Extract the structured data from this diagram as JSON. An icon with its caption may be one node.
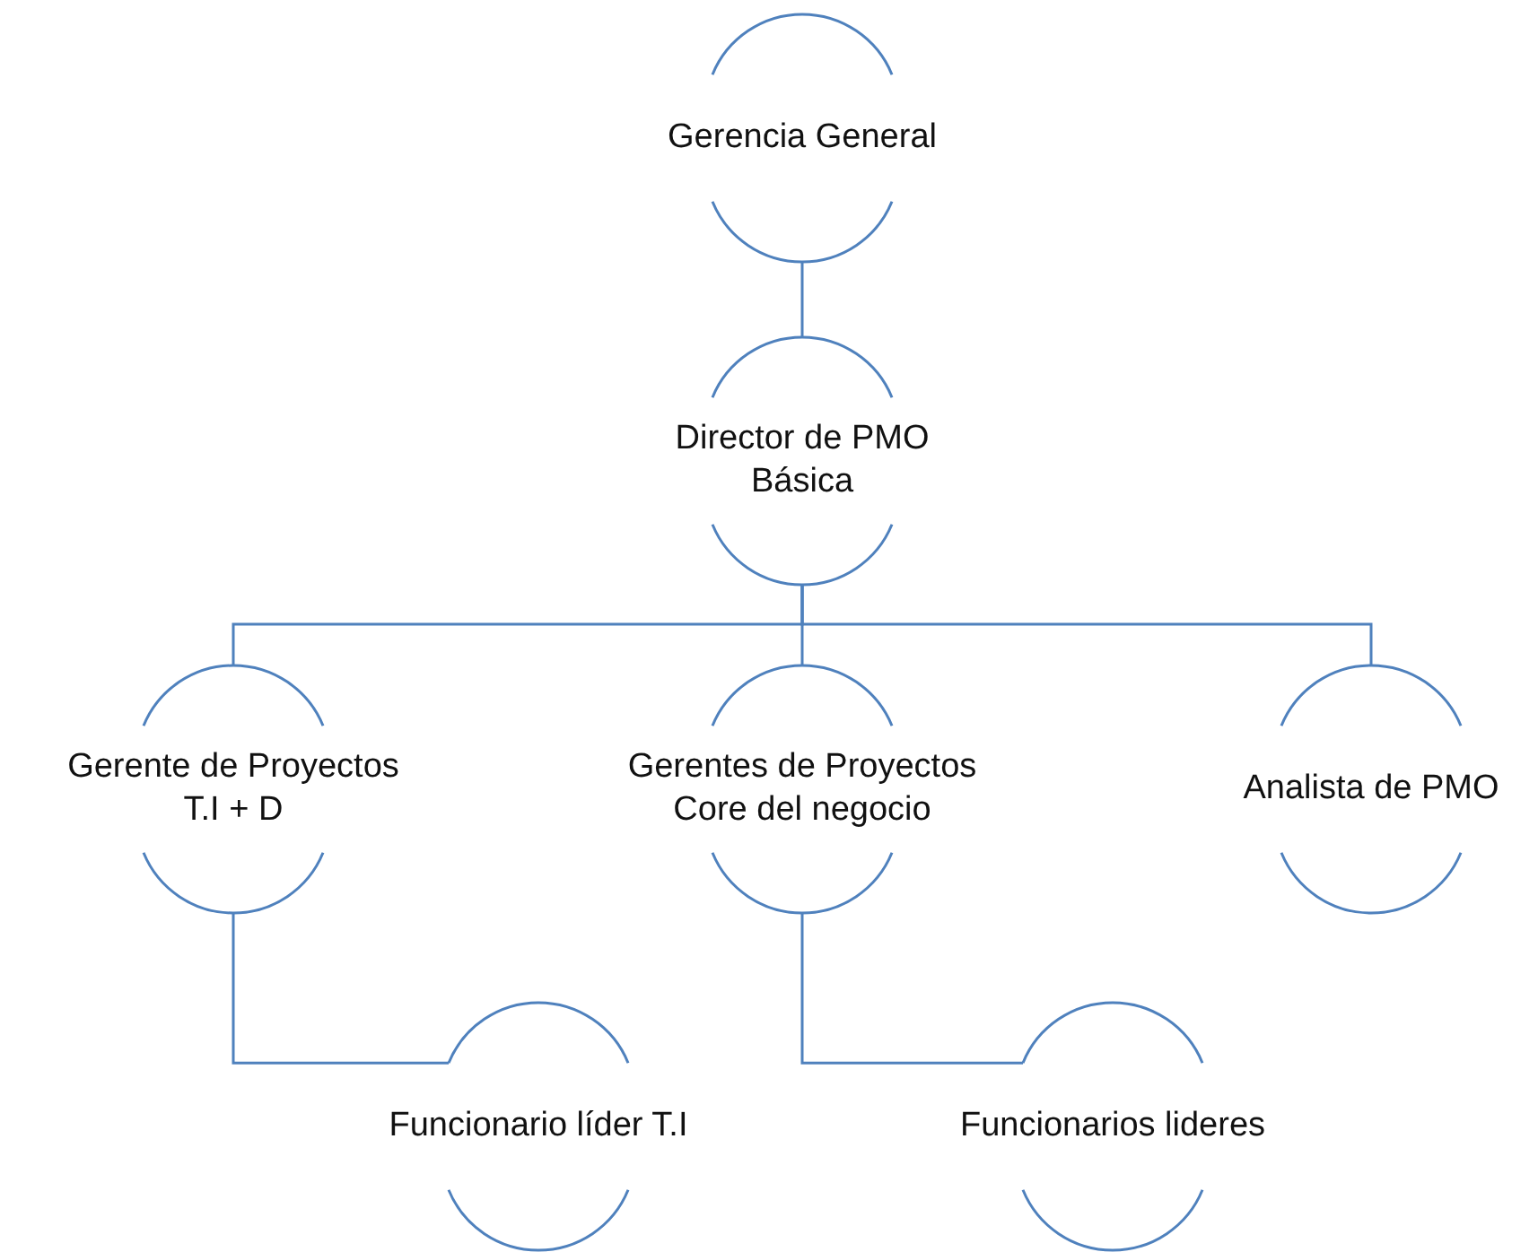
{
  "diagram": {
    "nodes": [
      {
        "text": [
          "Gerencia General"
        ]
      },
      {
        "text": [
          "Director de PMO Básica"
        ]
      },
      {
        "text": [
          "Gerente de Proyectos T.I + D"
        ]
      },
      {
        "text": [
          "Gerentes de Proyectos Core del negocio"
        ]
      },
      {
        "text": [
          "Analista de PMO"
        ]
      },
      {
        "text": [
          "Funcionario líder T.I"
        ]
      },
      {
        "text": [
          "Funcionarios lideres"
        ]
      }
    ],
    "edges": [
      {
        "from": 0,
        "to": 1,
        "arrow": "none"
      },
      {
        "from": 1,
        "to": 2,
        "arrow": "none"
      },
      {
        "from": 1,
        "to": 3,
        "arrow": "none"
      },
      {
        "from": 1,
        "to": 4,
        "arrow": "none"
      },
      {
        "from": 2,
        "to": 5,
        "arrow": "none"
      },
      {
        "from": 3,
        "to": 6,
        "arrow": "none"
      }
    ]
  }
}
